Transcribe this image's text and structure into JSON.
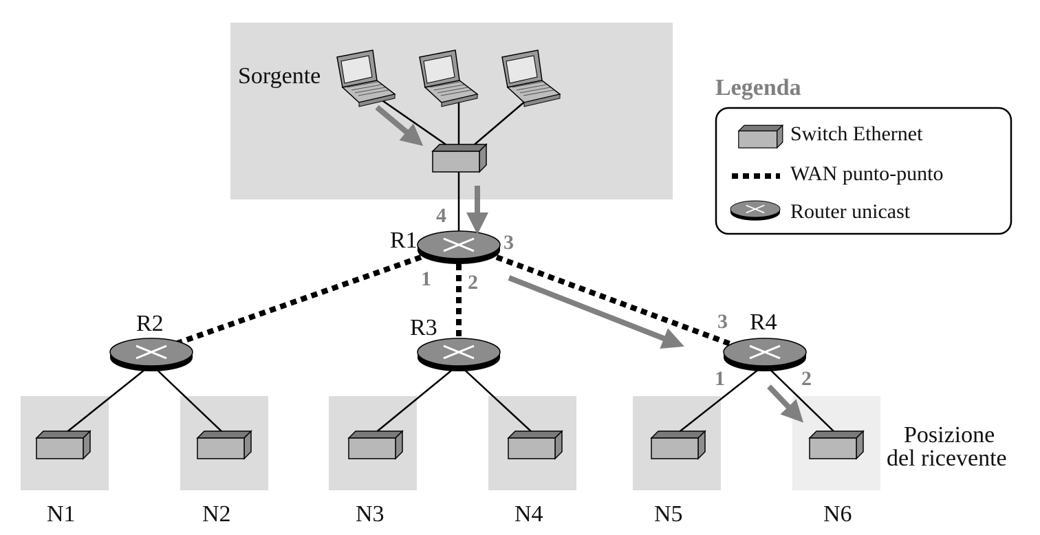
{
  "diagram": {
    "source_label": "Sorgente",
    "receiver_label_line1": "Posizione",
    "receiver_label_line2": "del ricevente",
    "routers": {
      "r1": "R1",
      "r2": "R2",
      "r3": "R3",
      "r4": "R4"
    },
    "networks": {
      "n1": "N1",
      "n2": "N2",
      "n3": "N3",
      "n4": "N4",
      "n5": "N5",
      "n6": "N6"
    },
    "ports": {
      "r1_p1": "1",
      "r1_p2": "2",
      "r1_p3": "3",
      "r1_p4": "4",
      "r4_p1": "1",
      "r4_p2": "2",
      "r4_p3": "3"
    }
  },
  "legend": {
    "title": "Legenda",
    "switch_label": "Switch Ethernet",
    "wan_label": "WAN punto-punto",
    "router_label": "Router unicast"
  },
  "colors": {
    "source_area": "#dcdcdc",
    "network_area": "#dcdcdc",
    "receiver_area": "#eeeeee",
    "arrow": "#808080",
    "router_top": "#8c8c8c",
    "switch_top": "#7a7a7a",
    "switch_front": "#b8b8b8"
  }
}
